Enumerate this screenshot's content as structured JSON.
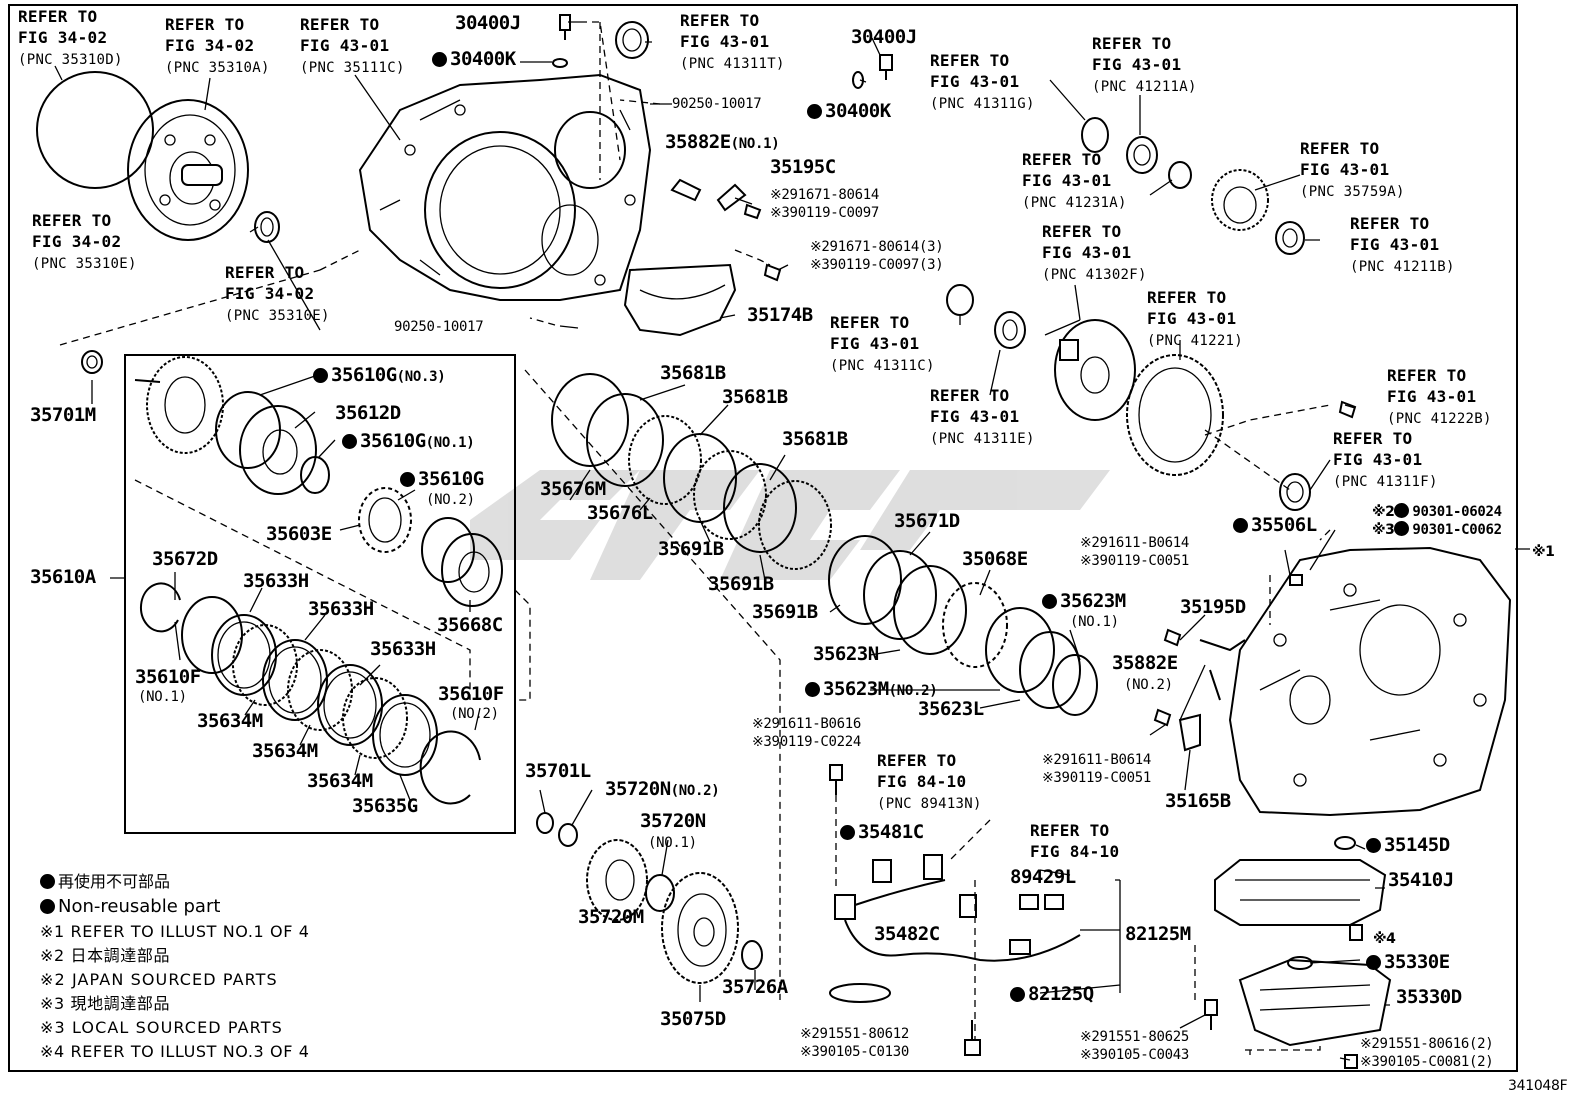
{
  "diagram_code": "341048F",
  "refs": [
    {
      "fig": "REFER TO\nFIG 34-02",
      "pnc": "(PNC 35310D)"
    },
    {
      "fig": "REFER TO\nFIG 34-02",
      "pnc": "(PNC 35310A)"
    },
    {
      "fig": "REFER TO\nFIG 43-01",
      "pnc": "(PNC 35111C)"
    },
    {
      "fig": "REFER TO\nFIG 43-01",
      "pnc": "(PNC 41311T)"
    },
    {
      "fig": "REFER TO\nFIG 43-01",
      "pnc": "(PNC 41311G)"
    },
    {
      "fig": "REFER TO\nFIG 43-01",
      "pnc": "(PNC 41211A)"
    },
    {
      "fig": "REFER TO\nFIG 43-01",
      "pnc": "(PNC 41231A)"
    },
    {
      "fig": "REFER TO\nFIG 43-01",
      "pnc": "(PNC 35759A)"
    },
    {
      "fig": "REFER TO\nFIG 43-01",
      "pnc": "(PNC 41211B)"
    },
    {
      "fig": "REFER TO\nFIG 34-02",
      "pnc": "(PNC 35310E)"
    },
    {
      "fig": "REFER TO\nFIG 34-02",
      "pnc": "(PNC 35310E)"
    },
    {
      "fig": "REFER TO\nFIG 43-01",
      "pnc": "(PNC 41302F)"
    },
    {
      "fig": "REFER TO\nFIG 43-01",
      "pnc": "(PNC 41221)"
    },
    {
      "fig": "REFER TO\nFIG 43-01",
      "pnc": "(PNC 41311C)"
    },
    {
      "fig": "REFER TO\nFIG 43-01",
      "pnc": "(PNC 41311E)"
    },
    {
      "fig": "REFER TO\nFIG 43-01",
      "pnc": "(PNC 41222B)"
    },
    {
      "fig": "REFER TO\nFIG 43-01",
      "pnc": "(PNC 41311F)"
    },
    {
      "fig": "REFER TO\nFIG 84-10",
      "pnc": "(PNC 89413N)"
    },
    {
      "fig": "REFER TO\nFIG 84-10",
      "pnc": ""
    }
  ],
  "parts": [
    "30400J",
    "30400K",
    "90250-10017",
    "30400J",
    "30400K",
    "35882E",
    "(NO.1)",
    "35195C",
    "※291671-80614",
    "※390119-C0097",
    "※291671-80614(3)",
    "※390119-C0097(3)",
    "35174B",
    "90250-10017",
    "35701M",
    "35610G",
    "(NO.3)",
    "35612D",
    "35610G",
    "(NO.1)",
    "35610G",
    "(NO.2)",
    "35603E",
    "35668C",
    "35610A",
    "35672D",
    "35633H",
    "35633H",
    "35633H",
    "35610F",
    "(NO.1)",
    "35634M",
    "35634M",
    "35634M",
    "35610F",
    "(NO.2)",
    "35635G",
    "35681B",
    "35681B",
    "35681B",
    "35676M",
    "35676L",
    "35691B",
    "35691B",
    "35691B",
    "35671D",
    "35068E",
    "35623M",
    "(NO.1)",
    "35623N",
    "35623M",
    "(NO.2)",
    "35623L",
    "35701L",
    "35720N",
    "(NO.2)",
    "35720N",
    "(NO.1)",
    "35720M",
    "35075D",
    "35726A",
    "※291611-B0616",
    "※390119-C0224",
    "35481C",
    "35482C",
    "89429L",
    "82125M",
    "82125Q",
    "※291551-80612",
    "※390105-C0130",
    "※291611-B0614",
    "※390119-C0051",
    "35195D",
    "35882E",
    "(NO.2)",
    "※291611-B0614",
    "※390119-C0051",
    "35165B",
    "35506L",
    "※2",
    "90301-06024",
    "※3",
    "90301-C0062",
    "※1",
    "35145D",
    "35410J",
    "※4",
    "35330E",
    "35330D",
    "※291551-80625",
    "※390105-C0043",
    "※291551-80616(2)",
    "※390105-C0081(2)"
  ],
  "legend": [
    "再使用不可部品",
    "Non-reusable part",
    "※1 REFER TO ILLUST NO.1 OF 4",
    "※2 日本調達部品",
    "※2 JAPAN SOURCED PARTS",
    "※3 現地調達部品",
    "※3 LOCAL SOURCED PARTS",
    "※4 REFER TO ILLUST NO.3 OF 4"
  ]
}
